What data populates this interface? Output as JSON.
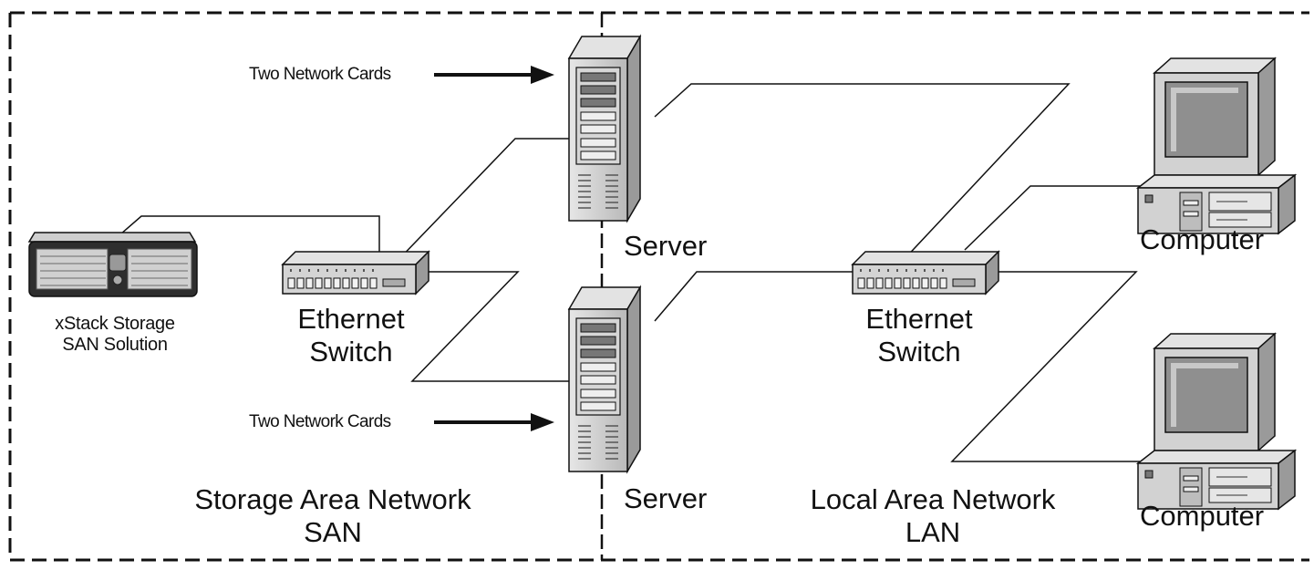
{
  "regions": {
    "san": {
      "title": "Storage Area Network",
      "subtitle": "SAN"
    },
    "lan": {
      "title": "Local Area Network",
      "subtitle": "LAN"
    }
  },
  "devices": {
    "storage": {
      "label_line1": "xStack Storage",
      "label_line2": "SAN Solution"
    },
    "switch_san": {
      "label_line1": "Ethernet",
      "label_line2": "Switch"
    },
    "switch_lan": {
      "label_line1": "Ethernet",
      "label_line2": "Switch"
    },
    "server_top": {
      "label": "Server"
    },
    "server_bottom": {
      "label": "Server"
    },
    "computer_top": {
      "label": "Computer"
    },
    "computer_bottom": {
      "label": "Computer"
    }
  },
  "annotations": {
    "network_cards_top": "Two Network Cards",
    "network_cards_bottom": "Two Network Cards"
  },
  "colors": {
    "line": "#111111",
    "device_body": "#c9c9c9",
    "device_shadow": "#8e8e8e",
    "screen": "#9a9a9a"
  }
}
